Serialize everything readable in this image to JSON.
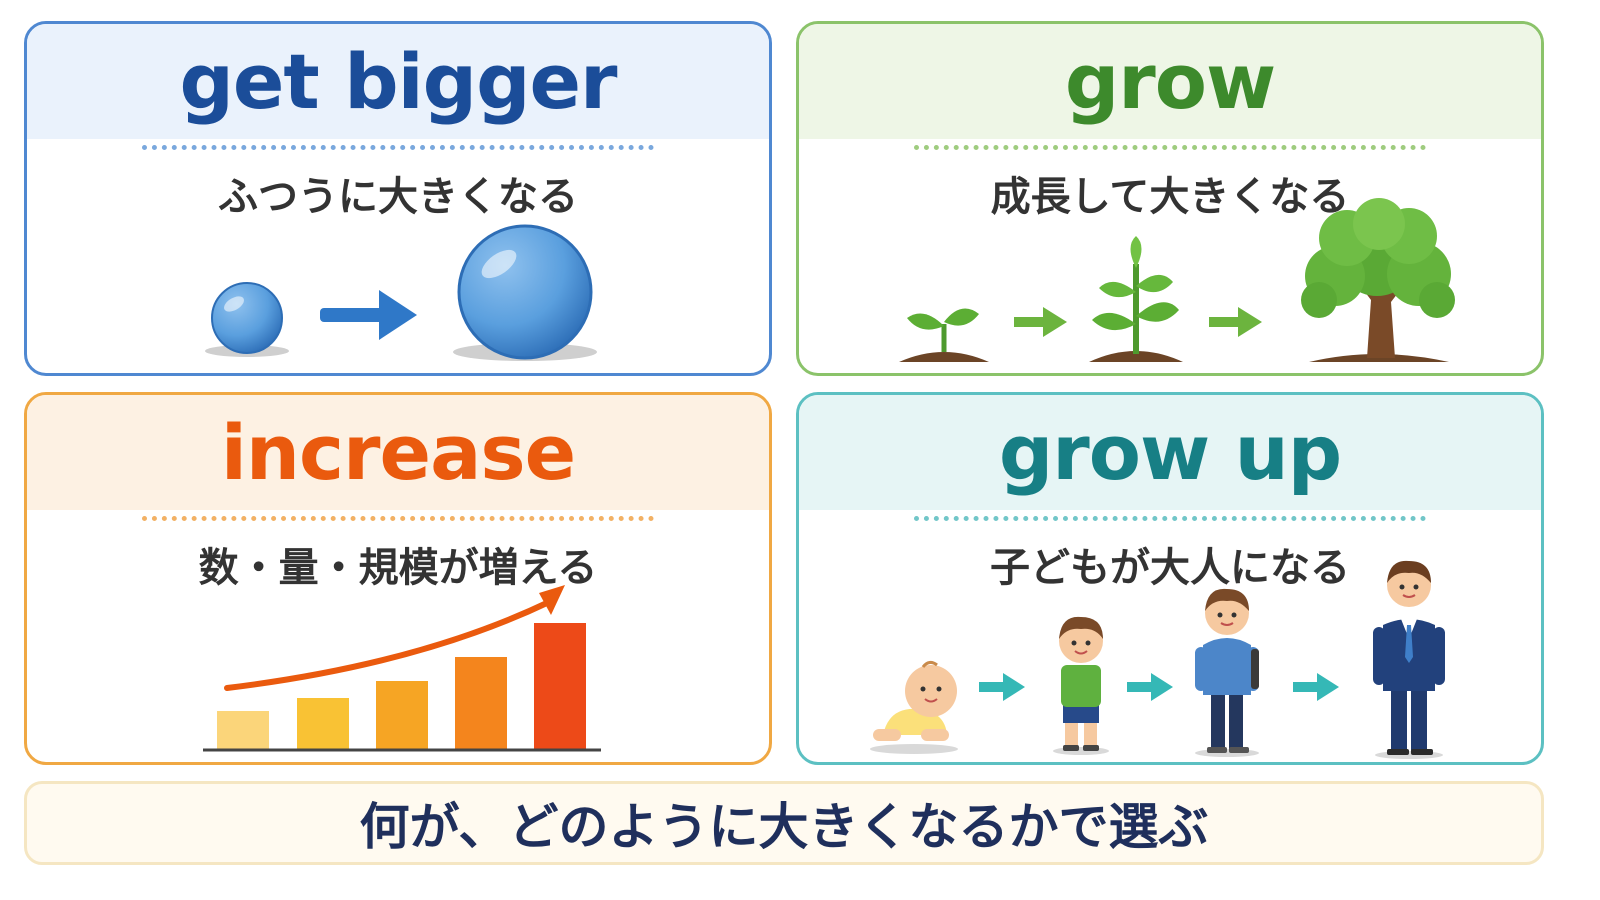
{
  "cards": [
    {
      "title": "get bigger",
      "subtitle": "ふつうに大きくなる",
      "illustration": [
        "small-ball-icon",
        "arrow-right-icon",
        "big-ball-icon"
      ]
    },
    {
      "title": "grow",
      "subtitle": "成長して大きくなる",
      "illustration": [
        "sprout-icon",
        "arrow-right-icon",
        "young-plant-icon",
        "arrow-right-icon",
        "tree-icon"
      ]
    },
    {
      "title": "increase",
      "subtitle": "数・量・規模が増える",
      "illustration": [
        "bar-chart-icon",
        "rising-arrow-icon"
      ]
    },
    {
      "title": "grow up",
      "subtitle": "子どもが大人になる",
      "illustration": [
        "baby-icon",
        "arrow-right-icon",
        "child-icon",
        "arrow-right-icon",
        "teen-icon",
        "arrow-right-icon",
        "adult-icon"
      ]
    }
  ],
  "footer": {
    "text": "何が、どのように大きくなるかで選ぶ"
  },
  "colors": {
    "blue": "#1b4d99",
    "green": "#3d8a2c",
    "orange": "#ea5a0e",
    "teal": "#177f85"
  }
}
